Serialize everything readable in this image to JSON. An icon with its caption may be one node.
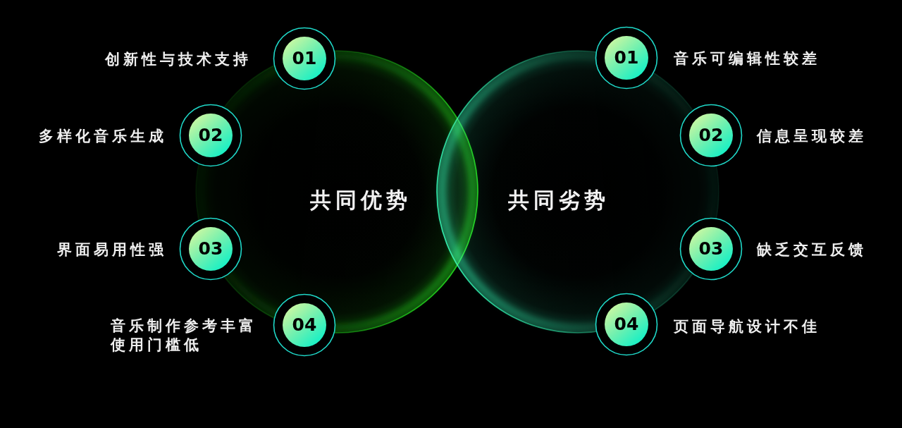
{
  "diagram": {
    "nodes": [
      {
        "text": [
          "共同优势"
        ]
      },
      {
        "text": [
          "共同劣势"
        ]
      },
      {
        "text": [
          "01"
        ]
      },
      {
        "text": [
          "02"
        ]
      },
      {
        "text": [
          "03"
        ]
      },
      {
        "text": [
          "04"
        ]
      },
      {
        "text": [
          "01"
        ]
      },
      {
        "text": [
          "02"
        ]
      },
      {
        "text": [
          "03"
        ]
      },
      {
        "text": [
          "04"
        ]
      }
    ],
    "labels": [
      "创新性与技术支持",
      "多样化音乐生成",
      "界面易用性强",
      "音乐制作参考丰富使用门槛低",
      "音乐可编辑性较差",
      "信息呈现较差",
      "缺乏交互反馈",
      "页面导航设计不佳"
    ]
  }
}
